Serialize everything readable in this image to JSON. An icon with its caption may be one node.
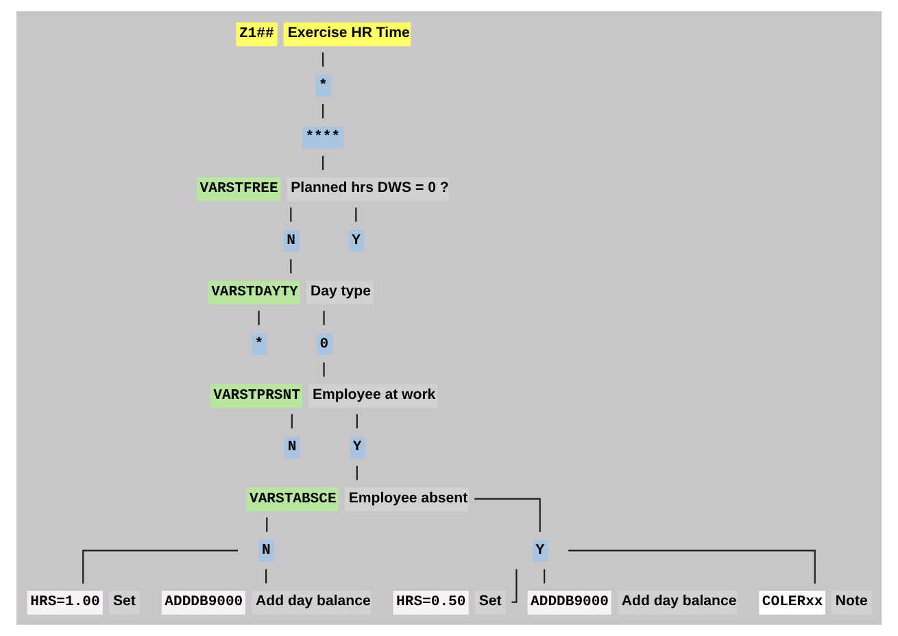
{
  "diagram": {
    "nodes": [
      {
        "text": [
          "Z1##",
          "Exercise HR Time"
        ]
      },
      {
        "text": [
          "*"
        ]
      },
      {
        "text": [
          "****"
        ]
      },
      {
        "text": [
          "VARSTFREE",
          "Planned hrs DWS = 0 ?"
        ]
      },
      {
        "text": [
          "N"
        ]
      },
      {
        "text": [
          "VARSTDAYTY",
          "Day type"
        ]
      },
      {
        "text": [
          "*"
        ]
      },
      {
        "text": [
          "0"
        ]
      },
      {
        "text": [
          "VARSTPRSNT",
          "Employee at work"
        ]
      },
      {
        "text": [
          "N"
        ]
      },
      {
        "text": [
          "Y"
        ]
      },
      {
        "text": [
          "VARSTABSCE",
          "Employee absent"
        ]
      },
      {
        "text": [
          "N"
        ]
      },
      {
        "text": [
          "HRS=1.00",
          "Set"
        ]
      },
      {
        "text": [
          "ADDDB9000",
          "Add day balance"
        ]
      },
      {
        "text": [
          "Y"
        ]
      },
      {
        "text": [
          "HRS=0.50",
          "Set"
        ]
      },
      {
        "text": [
          "ADDDB9000",
          "Add day balance"
        ]
      },
      {
        "text": [
          "COLERxx",
          "Note"
        ]
      },
      {
        "text": [
          "Y"
        ]
      }
    ],
    "edges": [
      {
        "from": 0,
        "to": 1,
        "arrow": "none"
      },
      {
        "from": 1,
        "to": 2,
        "arrow": "none"
      },
      {
        "from": 2,
        "to": 3,
        "arrow": "none"
      },
      {
        "from": 3,
        "to": 4,
        "arrow": "none"
      },
      {
        "from": 4,
        "to": 5,
        "arrow": "none"
      },
      {
        "from": 5,
        "to": 6,
        "arrow": "none"
      },
      {
        "from": 5,
        "to": 7,
        "arrow": "none"
      },
      {
        "from": 7,
        "to": 8,
        "arrow": "none"
      },
      {
        "from": 8,
        "to": 9,
        "arrow": "none"
      },
      {
        "from": 8,
        "to": 10,
        "arrow": "none"
      },
      {
        "from": 10,
        "to": 11,
        "arrow": "none"
      },
      {
        "from": 11,
        "to": 12,
        "arrow": "none"
      },
      {
        "from": 12,
        "to": 13,
        "arrow": "none"
      },
      {
        "from": 12,
        "to": 14,
        "arrow": "none"
      },
      {
        "from": 11,
        "to": 15,
        "arrow": "none"
      },
      {
        "from": 15,
        "to": 16,
        "arrow": "none"
      },
      {
        "from": 15,
        "to": 17,
        "arrow": "none"
      },
      {
        "from": 15,
        "to": 18,
        "arrow": "none"
      },
      {
        "from": 3,
        "to": 19,
        "arrow": "none"
      }
    ]
  }
}
